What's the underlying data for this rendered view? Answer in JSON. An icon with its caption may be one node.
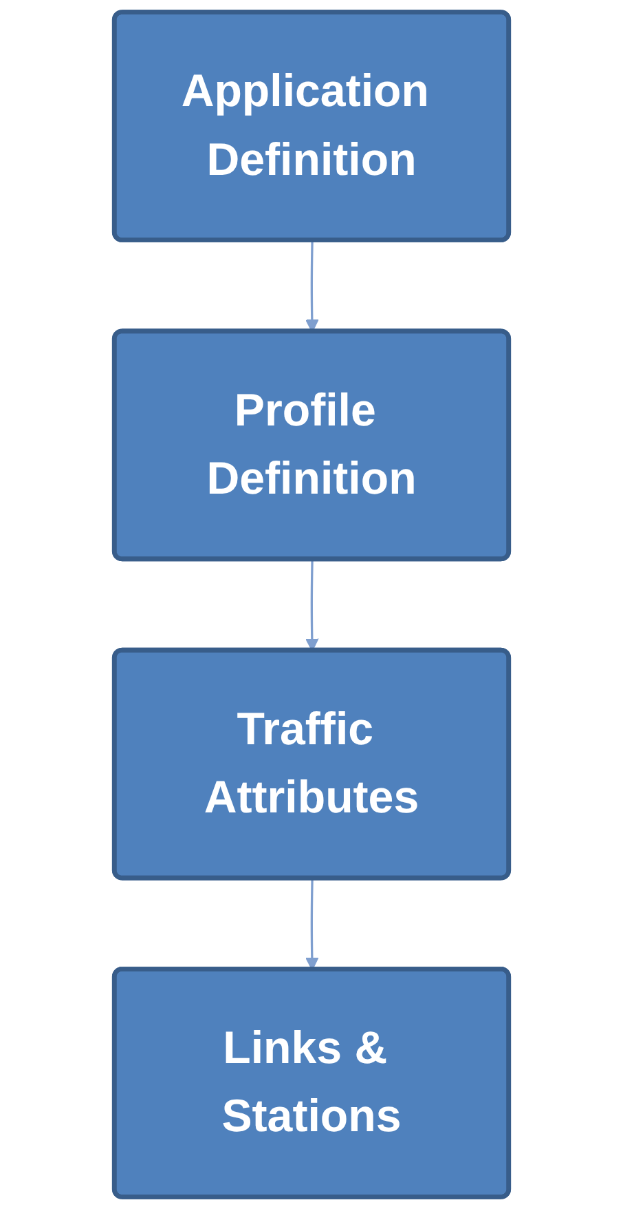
{
  "diagram": {
    "nodes": [
      {
        "text": [
          "Application Definition"
        ]
      },
      {
        "text": [
          "Profile Definition"
        ]
      },
      {
        "text": [
          "Traffic Attributes"
        ]
      },
      {
        "text": [
          "Links & Stations"
        ]
      }
    ],
    "edges": [
      {
        "from": 0,
        "to": 1,
        "arrow": "to"
      },
      {
        "from": 1,
        "to": 2,
        "arrow": "to"
      },
      {
        "from": 2,
        "to": 3,
        "arrow": "to"
      }
    ]
  }
}
